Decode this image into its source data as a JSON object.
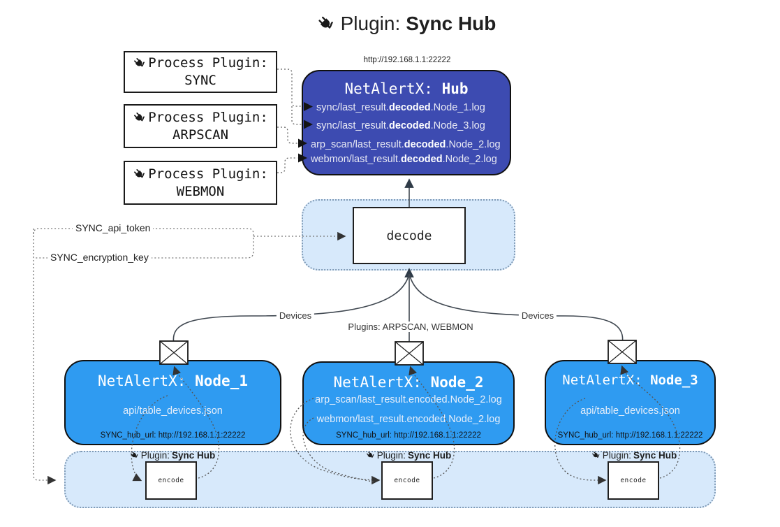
{
  "title": {
    "prefix": "Plugin:",
    "name": "Sync Hub"
  },
  "icons": {
    "plug": "plug-icon",
    "envelope": "envelope-icon"
  },
  "colors": {
    "hub_fill": "#3d4bb1",
    "node_fill": "#2f9bf1",
    "panel_fill": "#d7e9fb",
    "panel_border": "#7e99b5",
    "arrow": "#2f3b47",
    "hub_text": "#e9eaf4",
    "node_text": "#e6eefa"
  },
  "process_plugins": [
    {
      "line1": "Process Plugin:",
      "line2": "SYNC"
    },
    {
      "line1": "Process Plugin:",
      "line2": "ARPSCAN"
    },
    {
      "line1": "Process Plugin:",
      "line2": "WEBMON"
    }
  ],
  "hub": {
    "url": "http://192.168.1.1:22222",
    "title_prefix": "NetAlertX:",
    "title_name": "Hub",
    "logs": [
      {
        "pre": "sync/last_result.",
        "bold": "decoded",
        "post": ".Node_1.log"
      },
      {
        "pre": "sync/last_result.",
        "bold": "decoded",
        "post": ".Node_3.log"
      },
      {
        "pre": "arp_scan/last_result.",
        "bold": "decoded",
        "post": ".Node_2.log"
      },
      {
        "pre": "webmon/last_result.",
        "bold": "decoded",
        "post": ".Node_2.log"
      }
    ]
  },
  "decode": {
    "label": "decode"
  },
  "settings": {
    "api_token": "SYNC_api_token",
    "encryption_key": "SYNC_encryption_key"
  },
  "edges": {
    "devices_left": "Devices",
    "devices_right": "Devices",
    "plugins_mid": "Plugins: ARPSCAN, WEBMON"
  },
  "nodes": [
    {
      "title_prefix": "NetAlertX:",
      "title_name": "Node_1",
      "files": [
        "api/table_devices.json"
      ],
      "hub_url": "SYNC_hub_url: http://192.168.1.1:22222"
    },
    {
      "title_prefix": "NetAlertX:",
      "title_name": "Node_2",
      "files": [
        "arp_scan/last_result.encoded.Node_2.log",
        "webmon/last_result.encoded.Node_2.log"
      ],
      "hub_url": "SYNC_hub_url: http://192.168.1.1:22222"
    },
    {
      "title_prefix": "NetAlertX:",
      "title_name": "Node_3",
      "files": [
        "api/table_devices.json"
      ],
      "hub_url": "SYNC_hub_url: http://192.168.1.1:22222"
    }
  ],
  "encode_plugin": {
    "label_prefix": "Plugin:",
    "label_name": "Sync Hub",
    "box_label": "encode"
  }
}
